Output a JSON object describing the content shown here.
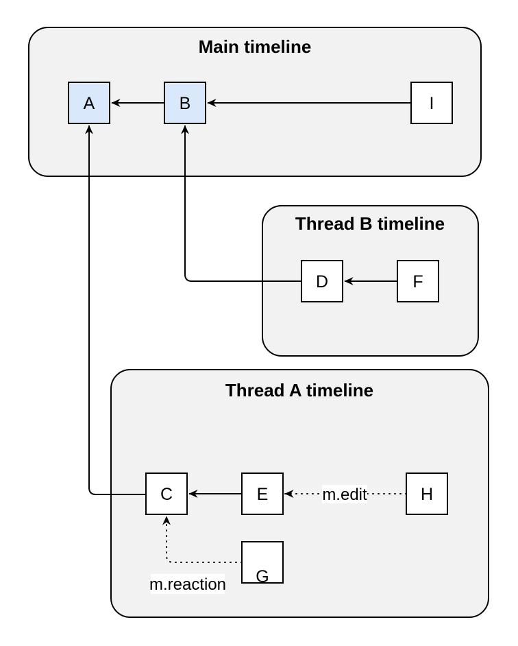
{
  "diagram_type": "timeline-event-graph",
  "colors": {
    "container_fill": "#f2f2f2",
    "container_stroke": "#000000",
    "node_highlight_fill": "#dae8fc",
    "node_default_fill": "#ffffff",
    "node_stroke": "#000000",
    "edge_color": "#000000",
    "label_bg": "#ffffff"
  },
  "containers": {
    "main": {
      "title": "Main timeline"
    },
    "thread_b": {
      "title": "Thread B timeline"
    },
    "thread_a": {
      "title": "Thread A timeline"
    }
  },
  "nodes": {
    "a": {
      "label": "A",
      "container": "main",
      "highlighted": true
    },
    "b": {
      "label": "B",
      "container": "main",
      "highlighted": true
    },
    "i": {
      "label": "I",
      "container": "main",
      "highlighted": false
    },
    "d": {
      "label": "D",
      "container": "thread_b",
      "highlighted": false
    },
    "f": {
      "label": "F",
      "container": "thread_b",
      "highlighted": false
    },
    "c": {
      "label": "C",
      "container": "thread_a",
      "highlighted": false
    },
    "e": {
      "label": "E",
      "container": "thread_a",
      "highlighted": false
    },
    "h": {
      "label": "H",
      "container": "thread_a",
      "highlighted": false
    },
    "g": {
      "label": "G",
      "container": "thread_a",
      "highlighted": false
    }
  },
  "edges": [
    {
      "from": "B",
      "to": "A",
      "style": "solid"
    },
    {
      "from": "I",
      "to": "B",
      "style": "solid"
    },
    {
      "from": "D",
      "to": "B",
      "style": "solid"
    },
    {
      "from": "F",
      "to": "D",
      "style": "solid"
    },
    {
      "from": "C",
      "to": "A",
      "style": "solid"
    },
    {
      "from": "E",
      "to": "C",
      "style": "solid"
    },
    {
      "from": "H",
      "to": "E",
      "style": "dotted",
      "label": "m.edit"
    },
    {
      "from": "G",
      "to": "C",
      "style": "dotted",
      "label": "m.reaction"
    }
  ],
  "edge_labels": {
    "edit": "m.edit",
    "reaction": "m.reaction"
  }
}
